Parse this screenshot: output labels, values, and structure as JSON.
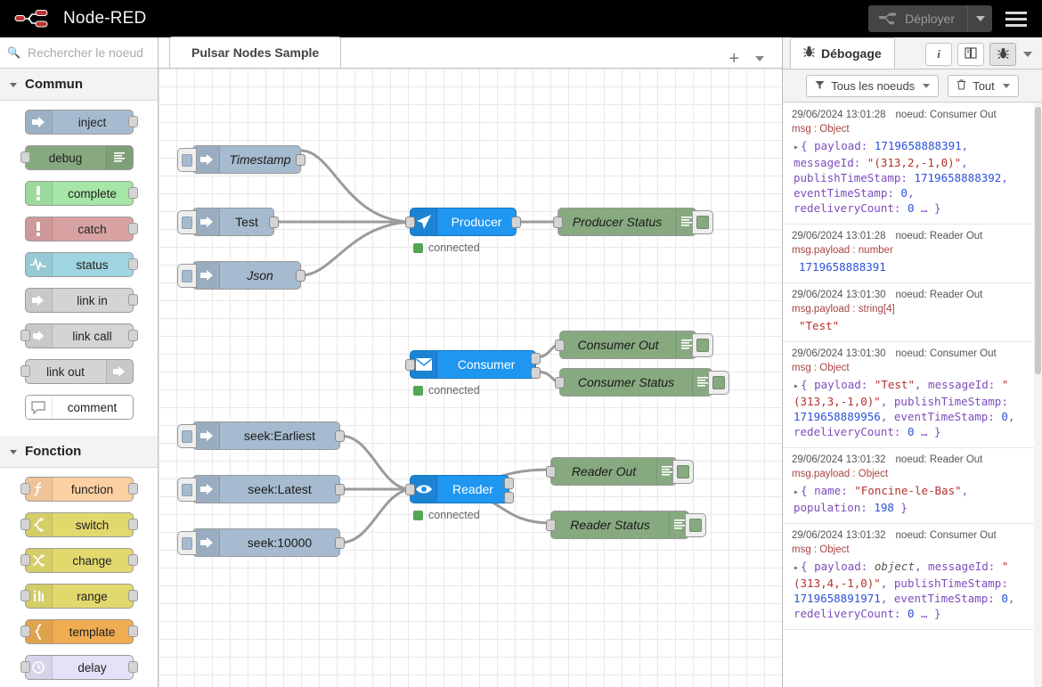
{
  "header": {
    "brand": "Node-RED",
    "logo_icon": "node-red-logo-icon",
    "deploy_label": "Déployer",
    "deploy_icon": "deploy-icon",
    "deploy_caret_icon": "chevron-down-icon",
    "menu_icon": "hamburger-menu-icon",
    "deploy_disabled_color": "#444444"
  },
  "palette": {
    "search": {
      "placeholder": "Rechercher le noeud",
      "value": "",
      "icon": "search-icon"
    },
    "categories": [
      {
        "name": "Commun",
        "chevron_icon": "chevron-down-icon",
        "nodes": [
          {
            "label": "inject",
            "icon": "arrow-right-icon",
            "color": "#a6bbcf",
            "icon_side": "left",
            "has_output": true,
            "has_input": false
          },
          {
            "label": "debug",
            "icon": "debug-lines-icon",
            "color": "#87a980",
            "icon_side": "right",
            "has_output": false,
            "has_input": true
          },
          {
            "label": "complete",
            "icon": "exclamation-icon",
            "color": "#a6e6a6",
            "icon_side": "left",
            "has_output": true,
            "has_input": false
          },
          {
            "label": "catch",
            "icon": "exclamation-icon",
            "color": "#d9a2a2",
            "icon_side": "left",
            "has_output": true,
            "has_input": false
          },
          {
            "label": "status",
            "icon": "pulse-wave-icon",
            "color": "#9fd5e0",
            "icon_side": "left",
            "has_output": true,
            "has_input": false
          },
          {
            "label": "link in",
            "icon": "link-icon",
            "color": "#d4d4d4",
            "icon_side": "left",
            "has_output": true,
            "has_input": false
          },
          {
            "label": "link call",
            "icon": "link-call-icon",
            "color": "#d4d4d4",
            "icon_side": "left",
            "has_output": true,
            "has_input": true
          },
          {
            "label": "link out",
            "icon": "link-icon",
            "color": "#d4d4d4",
            "icon_side": "right",
            "has_output": false,
            "has_input": true
          },
          {
            "label": "comment",
            "icon": "comment-bubble-icon",
            "color": "#ffffff",
            "icon_side": "left",
            "has_output": false,
            "has_input": false
          }
        ]
      },
      {
        "name": "Fonction",
        "chevron_icon": "chevron-down-icon",
        "nodes": [
          {
            "label": "function",
            "icon": "function-f-icon",
            "color": "#fdd0a2",
            "icon_side": "left",
            "has_output": true,
            "has_input": true
          },
          {
            "label": "switch",
            "icon": "switch-icon",
            "color": "#e2d96e",
            "icon_side": "left",
            "has_output": true,
            "has_input": true
          },
          {
            "label": "change",
            "icon": "change-icon",
            "color": "#e2d96e",
            "icon_side": "left",
            "has_output": true,
            "has_input": true
          },
          {
            "label": "range",
            "icon": "range-icon",
            "color": "#e2d96e",
            "icon_side": "left",
            "has_output": true,
            "has_input": true
          },
          {
            "label": "template",
            "icon": "brace-icon",
            "color": "#efac51",
            "icon_side": "left",
            "has_output": true,
            "has_input": true
          },
          {
            "label": "delay",
            "icon": "clock-icon",
            "color": "#e6e0f8",
            "icon_side": "left",
            "has_output": true,
            "has_input": true
          }
        ]
      }
    ]
  },
  "workspace": {
    "tab_label": "Pulsar Nodes Sample",
    "add_tab_icon": "plus-icon",
    "tab_menu_icon": "chevron-down-icon",
    "status_text": "connected",
    "nodes": [
      {
        "id": "timestamp",
        "label": "Timestamp",
        "type": "inject",
        "icon": "arrow-right-icon",
        "italic": true
      },
      {
        "id": "test",
        "label": "Test",
        "type": "inject",
        "icon": "arrow-right-icon",
        "italic": false
      },
      {
        "id": "json",
        "label": "Json",
        "type": "inject",
        "icon": "arrow-right-icon",
        "italic": true
      },
      {
        "id": "producer",
        "label": "Producer",
        "type": "pulsar",
        "icon": "paper-plane-icon",
        "italic": false
      },
      {
        "id": "prod-stat",
        "label": "Producer Status",
        "type": "debug",
        "icon": "debug-lines-icon",
        "italic": true
      },
      {
        "id": "consumer",
        "label": "Consumer",
        "type": "pulsar",
        "icon": "envelope-icon",
        "italic": false
      },
      {
        "id": "cons-out",
        "label": "Consumer Out",
        "type": "debug",
        "icon": "debug-lines-icon",
        "italic": true
      },
      {
        "id": "cons-stat",
        "label": "Consumer Status",
        "type": "debug",
        "icon": "debug-lines-icon",
        "italic": true
      },
      {
        "id": "seek-earliest",
        "label": "seek:Earliest",
        "type": "inject",
        "icon": "arrow-right-icon",
        "italic": false
      },
      {
        "id": "seek-latest",
        "label": "seek:Latest",
        "type": "inject",
        "icon": "arrow-right-icon",
        "italic": false
      },
      {
        "id": "seek-10000",
        "label": "seek:10000",
        "type": "inject",
        "icon": "arrow-right-icon",
        "italic": false
      },
      {
        "id": "reader",
        "label": "Reader",
        "type": "pulsar",
        "icon": "eye-icon",
        "italic": false
      },
      {
        "id": "read-out",
        "label": "Reader Out",
        "type": "debug",
        "icon": "debug-lines-icon",
        "italic": true
      },
      {
        "id": "read-stat",
        "label": "Reader Status",
        "type": "debug",
        "icon": "debug-lines-icon",
        "italic": true
      }
    ]
  },
  "sidebar": {
    "tab_label": "Débogage",
    "tab_icon": "bug-icon",
    "buttons": [
      {
        "name": "info",
        "icon": "info-i-icon",
        "active": false
      },
      {
        "name": "help",
        "icon": "book-icon",
        "active": false
      },
      {
        "name": "debug",
        "icon": "bug-icon",
        "active": true
      }
    ],
    "expand_icon": "chevron-down-icon",
    "filter_label": "Tous les noeuds",
    "filter_icon": "filter-funnel-icon",
    "clear_label": "Tout",
    "clear_icon": "trash-icon",
    "messages": [
      {
        "time": "29/06/2024 13:01:28",
        "source": "noeud: Consumer Out",
        "topic": "msg : Object",
        "expandable": true,
        "parts": [
          {
            "t": "{ ",
            "c": "p"
          },
          {
            "t": "payload: ",
            "c": "k"
          },
          {
            "t": "1719658888391",
            "c": "n"
          },
          {
            "t": ", ",
            "c": "p"
          },
          {
            "t": "messageId: ",
            "c": "k"
          },
          {
            "t": "\"(313,2,-1,0)\"",
            "c": "s"
          },
          {
            "t": ", ",
            "c": "p"
          },
          {
            "t": "publishTimeStamp: ",
            "c": "k"
          },
          {
            "t": "1719658888392",
            "c": "n"
          },
          {
            "t": ", ",
            "c": "p"
          },
          {
            "t": "eventTimeStamp: ",
            "c": "k"
          },
          {
            "t": "0",
            "c": "n"
          },
          {
            "t": ", ",
            "c": "p"
          },
          {
            "t": "redeliveryCount: ",
            "c": "k"
          },
          {
            "t": "0",
            "c": "n"
          },
          {
            "t": " … }",
            "c": "p"
          }
        ]
      },
      {
        "time": "29/06/2024 13:01:28",
        "source": "noeud: Reader Out",
        "topic": "msg.payload : number",
        "expandable": false,
        "parts": [
          {
            "t": "1719658888391",
            "c": "n"
          }
        ]
      },
      {
        "time": "29/06/2024 13:01:30",
        "source": "noeud: Reader Out",
        "topic": "msg.payload : string[4]",
        "expandable": false,
        "parts": [
          {
            "t": "\"Test\"",
            "c": "s"
          }
        ]
      },
      {
        "time": "29/06/2024 13:01:30",
        "source": "noeud: Consumer Out",
        "topic": "msg : Object",
        "expandable": true,
        "parts": [
          {
            "t": "{ ",
            "c": "p"
          },
          {
            "t": "payload: ",
            "c": "k"
          },
          {
            "t": "\"Test\"",
            "c": "s"
          },
          {
            "t": ", ",
            "c": "p"
          },
          {
            "t": "messageId: ",
            "c": "k"
          },
          {
            "t": "\"(313,3,-1,0)\"",
            "c": "s"
          },
          {
            "t": ", ",
            "c": "p"
          },
          {
            "t": "publishTimeStamp: ",
            "c": "k"
          },
          {
            "t": "1719658889956",
            "c": "n"
          },
          {
            "t": ", ",
            "c": "p"
          },
          {
            "t": "eventTimeStamp: ",
            "c": "k"
          },
          {
            "t": "0",
            "c": "n"
          },
          {
            "t": ", ",
            "c": "p"
          },
          {
            "t": "redeliveryCount: ",
            "c": "k"
          },
          {
            "t": "0",
            "c": "n"
          },
          {
            "t": " … }",
            "c": "p"
          }
        ]
      },
      {
        "time": "29/06/2024 13:01:32",
        "source": "noeud: Reader Out",
        "topic": "msg.payload : Object",
        "expandable": true,
        "parts": [
          {
            "t": "{ ",
            "c": "p"
          },
          {
            "t": "name: ",
            "c": "k"
          },
          {
            "t": "\"Foncine-le-Bas\"",
            "c": "s"
          },
          {
            "t": ", ",
            "c": "p"
          },
          {
            "t": "population: ",
            "c": "k"
          },
          {
            "t": "198",
            "c": "n"
          },
          {
            "t": " }",
            "c": "p"
          }
        ]
      },
      {
        "time": "29/06/2024 13:01:32",
        "source": "noeud: Consumer Out",
        "topic": "msg : Object",
        "expandable": true,
        "parts": [
          {
            "t": "{ ",
            "c": "p"
          },
          {
            "t": "payload: ",
            "c": "k"
          },
          {
            "t": "object",
            "c": "o"
          },
          {
            "t": ", ",
            "c": "p"
          },
          {
            "t": "messageId: ",
            "c": "k"
          },
          {
            "t": "\"(313,4,-1,0)\"",
            "c": "s"
          },
          {
            "t": ", ",
            "c": "p"
          },
          {
            "t": "publishTimeStamp: ",
            "c": "k"
          },
          {
            "t": "1719658891971",
            "c": "n"
          },
          {
            "t": ", ",
            "c": "p"
          },
          {
            "t": "eventTimeStamp: ",
            "c": "k"
          },
          {
            "t": "0",
            "c": "n"
          },
          {
            "t": ", ",
            "c": "p"
          },
          {
            "t": "redeliveryCount: ",
            "c": "k"
          },
          {
            "t": "0",
            "c": "n"
          },
          {
            "t": " … }",
            "c": "p"
          }
        ]
      }
    ]
  }
}
